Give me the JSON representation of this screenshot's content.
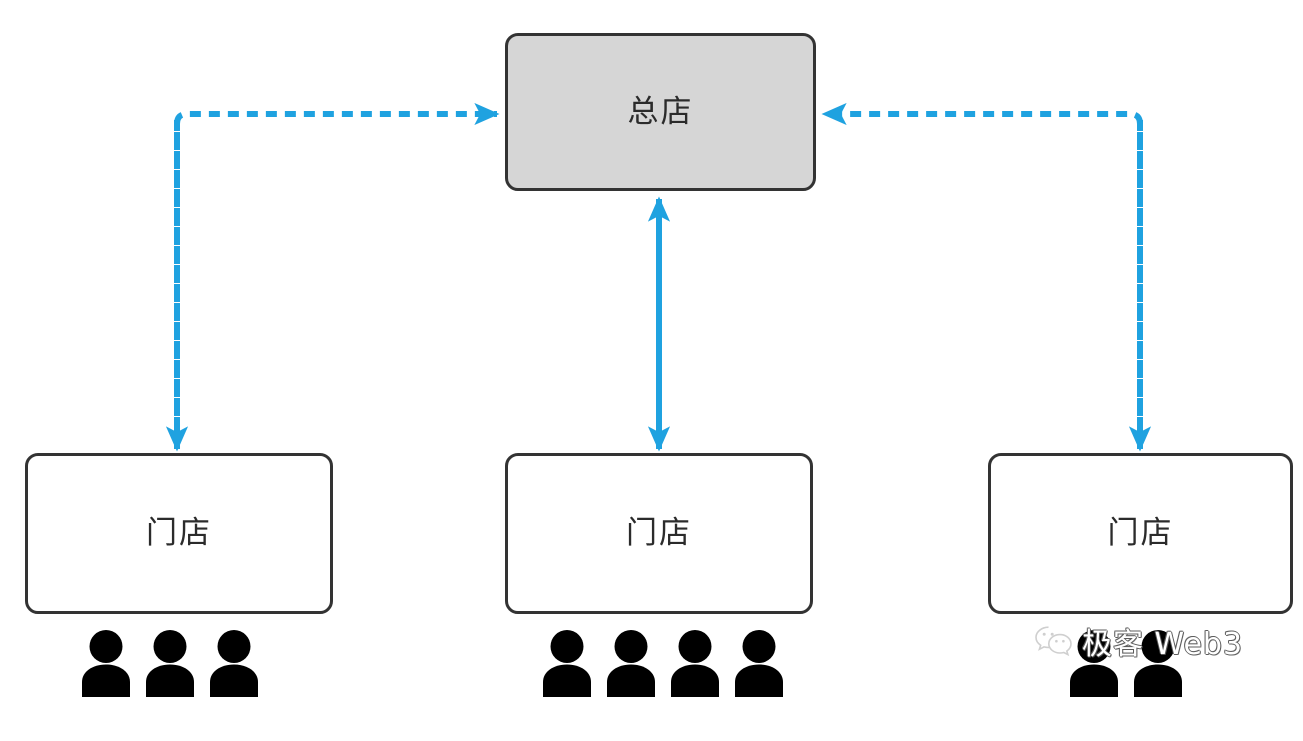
{
  "diagram": {
    "title_node": {
      "label": "总店",
      "fill": "#d6d6d6",
      "stroke": "#333333"
    },
    "store_nodes": [
      {
        "label": "门店",
        "people_count": 3
      },
      {
        "label": "门店",
        "people_count": 4
      },
      {
        "label": "门店",
        "people_count": 2
      }
    ],
    "edges": [
      {
        "id": "edge-left",
        "from": "门店",
        "to": "总店",
        "style": "dashed",
        "direction": "bidirectional",
        "color": "#1fa2e0"
      },
      {
        "id": "edge-middle",
        "from": "门店",
        "to": "总店",
        "style": "dashed",
        "direction": "bidirectional",
        "color": "#1fa2e0"
      },
      {
        "id": "edge-right",
        "from": "门店",
        "to": "总店",
        "style": "dashed",
        "direction": "bidirectional",
        "color": "#1fa2e0"
      }
    ],
    "colors": {
      "background": "#ffffff",
      "node_stroke": "#333333",
      "head_fill": "#d6d6d6",
      "store_fill": "#ffffff",
      "edge": "#1fa2e0",
      "person": "#000000"
    }
  },
  "watermark": {
    "icon": "wechat-icon",
    "text": "极客 Web3"
  }
}
